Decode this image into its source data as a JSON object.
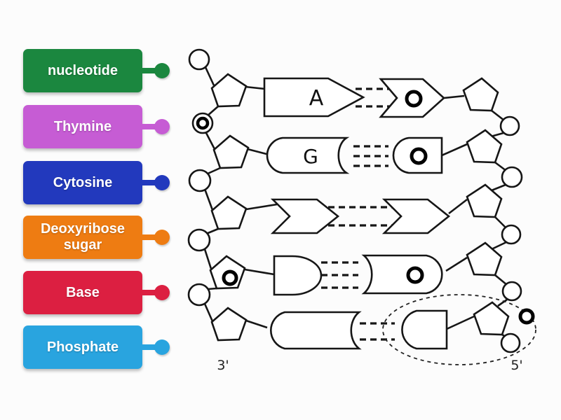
{
  "activity": {
    "labels": [
      {
        "text": "nucleotide",
        "color": "#1b873f"
      },
      {
        "text": "Thymine",
        "color": "#c65cd4"
      },
      {
        "text": "Cytosine",
        "color": "#2239bd"
      },
      {
        "text": "Deoxyribose sugar",
        "color": "#ee7c12"
      },
      {
        "text": "Base",
        "color": "#dc1f41"
      },
      {
        "text": "Phosphate",
        "color": "#29a4df"
      }
    ],
    "diagram": {
      "base_letter_top": "A",
      "base_letter_second": "G",
      "left_end_label": "3'",
      "right_end_label": "5'"
    }
  }
}
